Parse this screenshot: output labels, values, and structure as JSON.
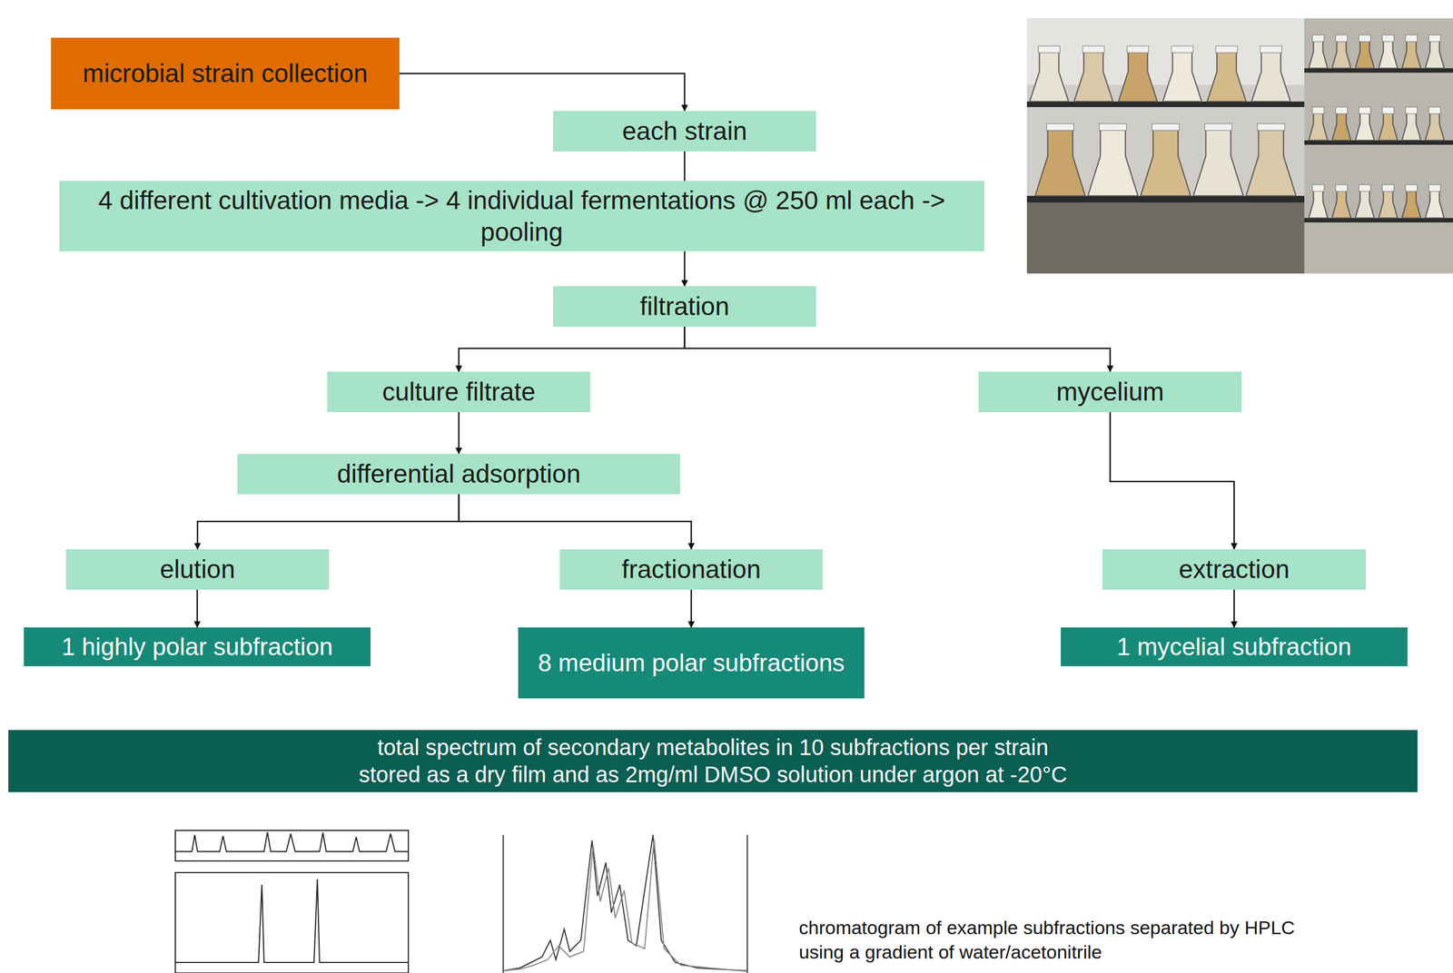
{
  "diagram": {
    "nodes": [
      {
        "text": [
          "microbial strain collection"
        ]
      },
      {
        "text": [
          "each strain"
        ]
      },
      {
        "text": [
          "4 different cultivation media -> 4 individual fermentations @ 250 ml each -> pooling"
        ]
      },
      {
        "text": [
          "filtration"
        ]
      },
      {
        "text": [
          "culture filtrate"
        ]
      },
      {
        "text": [
          "mycelium"
        ]
      },
      {
        "text": [
          "differential adsorption"
        ]
      },
      {
        "text": [
          "elution"
        ]
      },
      {
        "text": [
          "fractionation"
        ]
      },
      {
        "text": [
          "extraction"
        ]
      },
      {
        "text": [
          "1 highly polar subfraction"
        ]
      },
      {
        "text": [
          "8 medium polar subfractions"
        ]
      },
      {
        "text": [
          "1 mycelial subfraction"
        ]
      },
      {
        "text": [
          "total spectrum of secondary metabolites in 10 subfractions per strain",
          "stored as a dry film and as 2mg/ml DMSO solution under argon at -20°C"
        ]
      }
    ],
    "edges": [
      {
        "from": 0,
        "to": 1,
        "arrow": "to"
      },
      {
        "from": 1,
        "to": 2,
        "arrow": "none"
      },
      {
        "from": 2,
        "to": 3,
        "arrow": "to"
      },
      {
        "from": 3,
        "to": 4,
        "arrow": "to"
      },
      {
        "from": 3,
        "to": 5,
        "arrow": "to"
      },
      {
        "from": 4,
        "to": 6,
        "arrow": "to"
      },
      {
        "from": 6,
        "to": 7,
        "arrow": "to"
      },
      {
        "from": 6,
        "to": 8,
        "arrow": "to"
      },
      {
        "from": 5,
        "to": 9,
        "arrow": "to"
      },
      {
        "from": 7,
        "to": 10,
        "arrow": "to"
      },
      {
        "from": 8,
        "to": 11,
        "arrow": "to"
      },
      {
        "from": 9,
        "to": 12,
        "arrow": "to"
      }
    ],
    "labels": [
      "chromatogram of example subfractions separated by HPLC using a gradient of water/acetonitrile"
    ]
  }
}
